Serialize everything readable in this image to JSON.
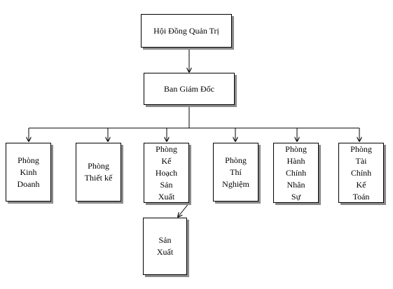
{
  "diagram": {
    "nodes": {
      "board": "Hội Đồng Quản Trị",
      "director": "Ban Giám Đốc",
      "business": "Phòng\nKinh\nDoanh",
      "design": "Phòng\nThiết kế",
      "planning": "Phòng\nKế\nHoạch\nSản\nXuất",
      "testing": "Phòng\nThí\nNghiệm",
      "admin_hr": "Phòng\nHành\nChính\nNhân\nSự",
      "finance": "Phòng\nTài\nChính\nKế\nToán",
      "production": "Sản\nXuất"
    },
    "edges": [
      [
        "board",
        "director"
      ],
      [
        "director",
        "business"
      ],
      [
        "director",
        "design"
      ],
      [
        "director",
        "planning"
      ],
      [
        "director",
        "testing"
      ],
      [
        "director",
        "admin_hr"
      ],
      [
        "director",
        "finance"
      ],
      [
        "planning",
        "production"
      ]
    ]
  }
}
